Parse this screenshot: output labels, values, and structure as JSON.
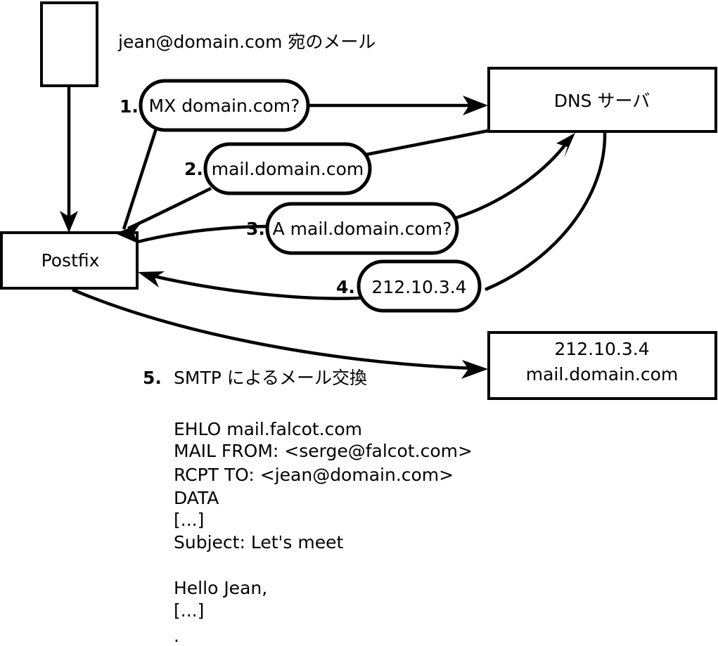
{
  "diagram": {
    "title_caption": "jean@domain.com 宛のメール",
    "nodes": [
      {
        "id": "mua",
        "label": ""
      },
      {
        "id": "postfix",
        "label": "Postfix"
      },
      {
        "id": "dns",
        "label": "DNS サーバ"
      },
      {
        "id": "target",
        "label_line1": "212.10.3.4",
        "label_line2": "mail.domain.com"
      }
    ],
    "steps": [
      {
        "num": "1.",
        "label": "MX domain.com?"
      },
      {
        "num": "2.",
        "label": "mail.domain.com"
      },
      {
        "num": "3.",
        "label": "A mail.domain.com?"
      },
      {
        "num": "4.",
        "label": "212.10.3.4"
      },
      {
        "num": "5.",
        "label": "SMTP によるメール交換"
      }
    ],
    "smtp_transcript": [
      "EHLO mail.falcot.com",
      "MAIL FROM: <serge@falcot.com>",
      "RCPT TO: <jean@domain.com>",
      "DATA",
      "[...]",
      "Subject: Let's meet",
      "",
      "Hello Jean,",
      "[...]",
      "."
    ],
    "colors": {
      "stroke": "#000000",
      "fill": "#ffffff",
      "text": "#000000"
    }
  }
}
